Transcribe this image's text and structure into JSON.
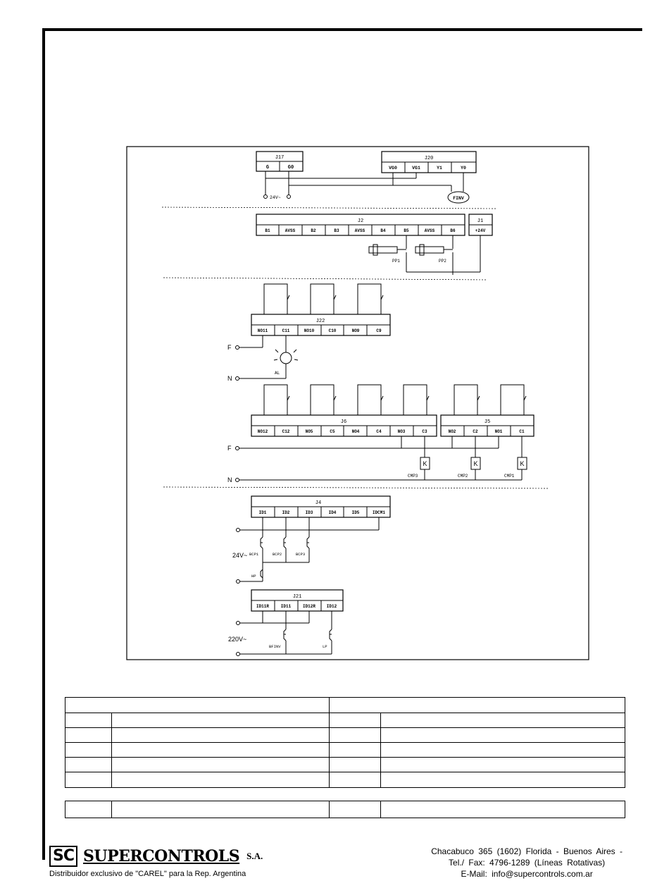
{
  "j17": {
    "title": "J17",
    "pins": [
      "G",
      "G0"
    ]
  },
  "j20": {
    "title": "J20",
    "pins": [
      "VG0",
      "VG1",
      "Y1",
      "Y0"
    ]
  },
  "power_24v": "24V~",
  "finv": "FINV",
  "j2": {
    "title": "J2",
    "pins": [
      "B1",
      "AVSS",
      "B2",
      "B3",
      "AVSS",
      "B4",
      "B5",
      "AVSS",
      "B6"
    ]
  },
  "j1": {
    "title": "J1",
    "pins": [
      "+24V"
    ]
  },
  "pp1": "PP1",
  "pp2": "PP2",
  "j22": {
    "title": "J22",
    "pins": [
      "NO11",
      "C11",
      "NO10",
      "C10",
      "NO9",
      "C9"
    ]
  },
  "f_label": "F",
  "n_label": "N",
  "al_label": "AL",
  "j6": {
    "title": "J6",
    "pins": [
      "NO12",
      "C12",
      "NO5",
      "C5",
      "NO4",
      "C4",
      "NO3",
      "C3"
    ]
  },
  "j5": {
    "title": "J5",
    "pins": [
      "NO2",
      "C2",
      "NO1",
      "C1"
    ]
  },
  "k_label": "K",
  "cmp": [
    "CMP3",
    "CMP2",
    "CMP1"
  ],
  "j4": {
    "title": "J4",
    "pins": [
      "ID1",
      "ID2",
      "ID3",
      "ID4",
      "ID5",
      "IDCM1"
    ]
  },
  "bcp": [
    "BCP1",
    "BCP2",
    "BCP3"
  ],
  "hp": "HP",
  "j21": {
    "title": "J21",
    "pins": [
      "ID11R",
      "ID11",
      "ID12R",
      "ID12"
    ]
  },
  "power_220v": "220V~",
  "bfinv": "BFINV",
  "lp": "LP",
  "footer": {
    "logo_sc": "SC",
    "brand": "SUPERCONTROLS",
    "sa": "S.A.",
    "distributor": "Distribuidor exclusivo de \"CAREL\" para la Rep. Argentina",
    "address": "Chacabuco 365 (1602) Florida - Buenos Aires -",
    "phone": "Tel./ Fax: 4796-1289   (Líneas Rotativas)",
    "email": "E-Mail: info@supercontrols.com.ar"
  }
}
